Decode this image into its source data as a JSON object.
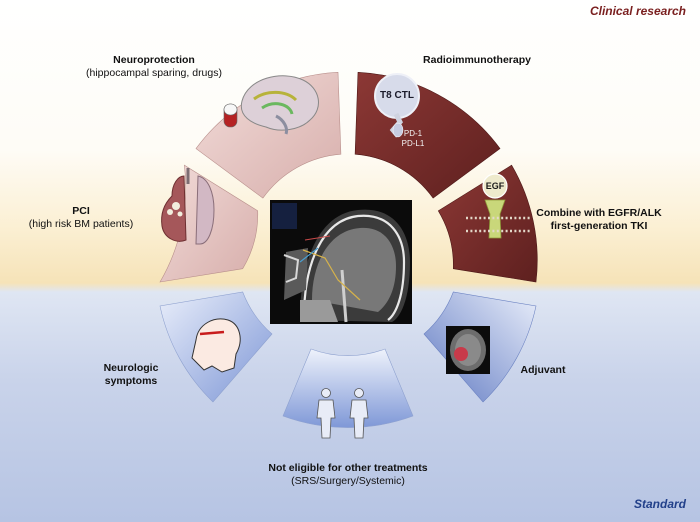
{
  "corner_labels": {
    "top": "Clinical research",
    "bottom": "Standard"
  },
  "segments": {
    "neuroprotection": {
      "title": "Neuroprotection",
      "subtitle": "(hippocampal sparing, drugs)"
    },
    "radioimmunotherapy": {
      "title": "Radioimmunotherapy",
      "cell_label": "T8 CTL",
      "receptor_labels": [
        "PD-1",
        "PD-L1"
      ]
    },
    "tki": {
      "title_line1": "Combine with EGFR/ALK",
      "title_line2": "first-generation TKI",
      "ligand_label": "EGF"
    },
    "pci": {
      "title": "PCI",
      "subtitle": "(high risk BM patients)"
    },
    "neurologic": {
      "title_line1": "Neurologic",
      "title_line2": "symptoms"
    },
    "adjuvant": {
      "title": "Adjuvant"
    },
    "not_eligible": {
      "title": "Not eligible for other treatments",
      "subtitle": "(SRS/Surgery/Systemic)"
    }
  },
  "colors": {
    "research_sector": "#e7c9c6",
    "research_sector_dark": "#7a2e2c",
    "standard_sector": "#8fa5db",
    "label_red": "#7a1f1f",
    "label_blue": "#22408a"
  }
}
